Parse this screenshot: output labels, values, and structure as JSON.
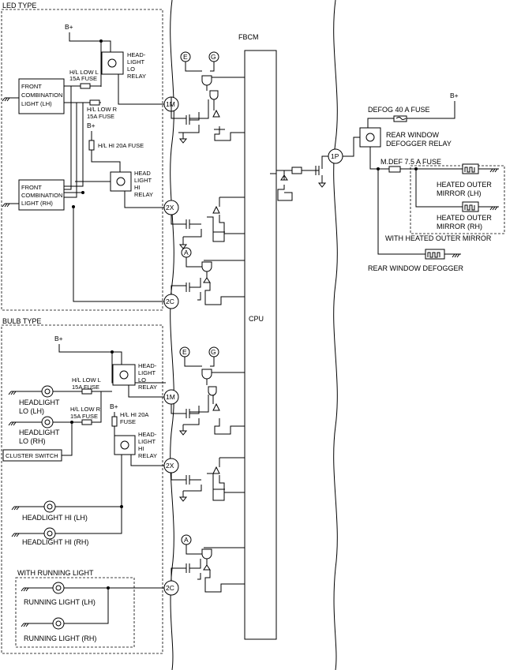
{
  "sections": {
    "led": "LED TYPE",
    "bulb": "BULB TYPE",
    "running": "WITH RUNNING LIGHT",
    "mirror": "WITH HEATED OUTER MIRROR"
  },
  "modules": {
    "fbcm": "FBCM",
    "cpu": "CPU"
  },
  "power": "B+",
  "inputs": {
    "e": "E",
    "g": "G",
    "a": "A"
  },
  "pins": {
    "p1m": "1M",
    "p2x": "2X",
    "p2c": "2C",
    "p1p": "1P"
  },
  "led": {
    "lo_relay": [
      "HEAD-",
      "LIGHT",
      "LO",
      "RELAY"
    ],
    "hi_relay": [
      "HEAD",
      "LIGHT",
      "HI",
      "RELAY"
    ],
    "fuse_low_l": [
      "H/L LOW L",
      "15A FUSE"
    ],
    "fuse_low_r": [
      "H/L LOW R",
      "15A FUSE"
    ],
    "fuse_hi": "H/L HI 20A FUSE",
    "front_lh": [
      "FRONT",
      "COMBINATION",
      "LIGHT (LH)"
    ],
    "front_rh": [
      "FRONT",
      "COMBINATION",
      "LIGHT (RH)"
    ]
  },
  "bulb": {
    "lo_relay": [
      "HEAD-",
      "LIGHT",
      "LO",
      "RELAY"
    ],
    "hi_relay": [
      "HEAD-",
      "LIGHT",
      "HI",
      "RELAY"
    ],
    "fuse_low_l": [
      "H/L LOW L",
      "15A FUSE"
    ],
    "fuse_low_r": [
      "H/L LOW R",
      "15A FUSE"
    ],
    "fuse_hi": [
      "H/L HI 20A",
      "FUSE"
    ],
    "lo_lh": [
      "HEADLIGHT",
      "LO (LH)"
    ],
    "lo_rh": [
      "HEADLIGHT",
      "LO (RH)"
    ],
    "cluster": "CLUSTER SWITCH",
    "hi_lh": "HEADLIGHT HI (LH)",
    "hi_rh": "HEADLIGHT HI (RH)",
    "run_lh": "RUNNING LIGHT (LH)",
    "run_rh": "RUNNING LIGHT (RH)"
  },
  "defog": {
    "fuse": "DEFOG 40 A FUSE",
    "relay": [
      "REAR WINDOW",
      "DEFOGGER RELAY"
    ],
    "mdef_fuse": "M.DEF 7.5 A FUSE",
    "mirror_lh": [
      "HEATED OUTER",
      "MIRROR (LH)"
    ],
    "mirror_rh": [
      "HEATED OUTER",
      "MIRROR (RH)"
    ],
    "rear": "REAR WINDOW DEFOGGER"
  }
}
